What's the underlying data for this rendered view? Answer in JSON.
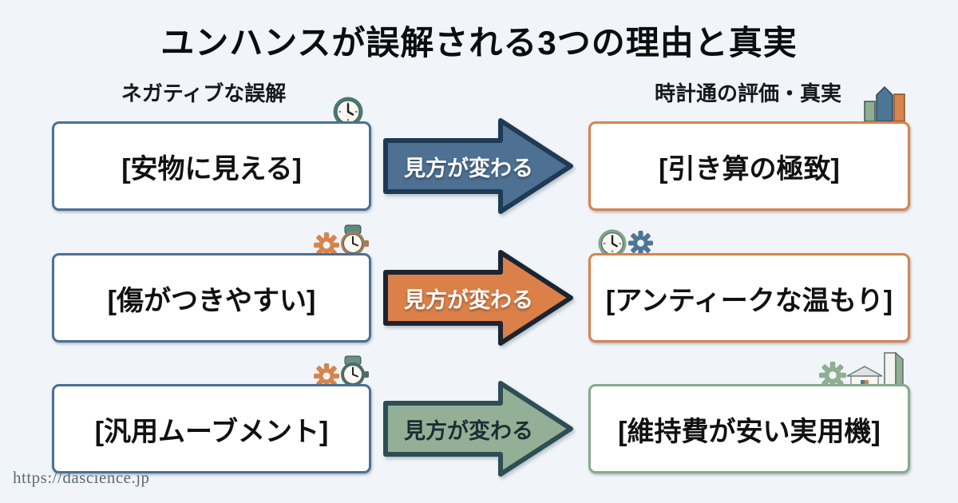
{
  "title": "ユンハンスが誤解される3つの理由と真実",
  "columns": {
    "left_header": "ネガティブな誤解",
    "right_header": "時計通の評価・真実"
  },
  "rows": [
    {
      "misconception": "[安物に見える]",
      "arrow_label": "見方が変わる",
      "truth": "[引き算の極致]",
      "colors": {
        "arrow_fill": "#4e7092",
        "arrow_border": "#1e3a55",
        "arrow_text": "#ffffff",
        "left_box_border": "#4a7092",
        "right_box_border": "#d9824e"
      },
      "icons": {
        "left": [
          "clock-icon"
        ],
        "right": [
          "city-buildings-icon"
        ]
      }
    },
    {
      "misconception": "[傷がつきやすい]",
      "arrow_label": "見方が変わる",
      "truth": "[アンティークな温もり]",
      "colors": {
        "arrow_fill": "#dc8049",
        "arrow_border": "#1a2531",
        "arrow_text": "#ffffff",
        "left_box_border": "#4a7092",
        "right_box_border": "#d9824e"
      },
      "icons": {
        "left": [
          "gear-icon",
          "wristwatch-icon"
        ],
        "right": [
          "clock-icon",
          "gear-icon"
        ]
      }
    },
    {
      "misconception": "[汎用ムーブメント]",
      "arrow_label": "見方が変わる",
      "truth": "[維持費が安い実用機]",
      "colors": {
        "arrow_fill": "#93b097",
        "arrow_border": "#2c4e54",
        "arrow_text": "#1d2c34",
        "left_box_border": "#4a7092",
        "right_box_border": "#86aa8d"
      },
      "icons": {
        "left": [
          "gear-icon",
          "wristwatch-icon"
        ],
        "right": [
          "gear-icon",
          "house-icon",
          "tower-icon"
        ]
      }
    }
  ],
  "footer": {
    "url": "https://dascience.jp"
  },
  "background": "#f1f5f9",
  "palette": {
    "steel_blue": "#4d7596",
    "orange": "#d6854f",
    "sage_green": "#8fae92",
    "teal_clock_ring": "#4a7a72",
    "watch_strap_teal": "#5d8b84",
    "watch_bezel_tan": "#a87c58",
    "watch_strap_green": "#6b8f85",
    "watch_bezel_green": "#4a6f62"
  }
}
